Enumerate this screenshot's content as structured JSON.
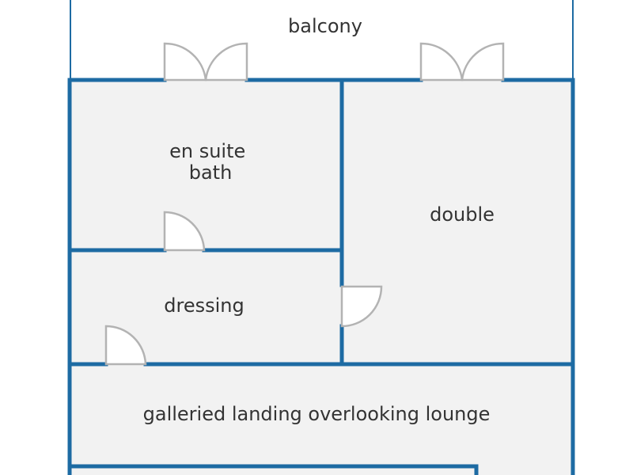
{
  "floorplan": {
    "rooms": {
      "balcony": "balcony",
      "en_suite_bath": [
        "en suite",
        "bath"
      ],
      "double": "double",
      "dressing": "dressing",
      "galleried_landing": "galleried landing overlooking lounge"
    },
    "colors": {
      "wall": "#1d6ba3",
      "floor": "#f2f2f2",
      "balcony_floor": "#ffffff",
      "door": "#b3b3b3",
      "label": "#333333"
    }
  }
}
